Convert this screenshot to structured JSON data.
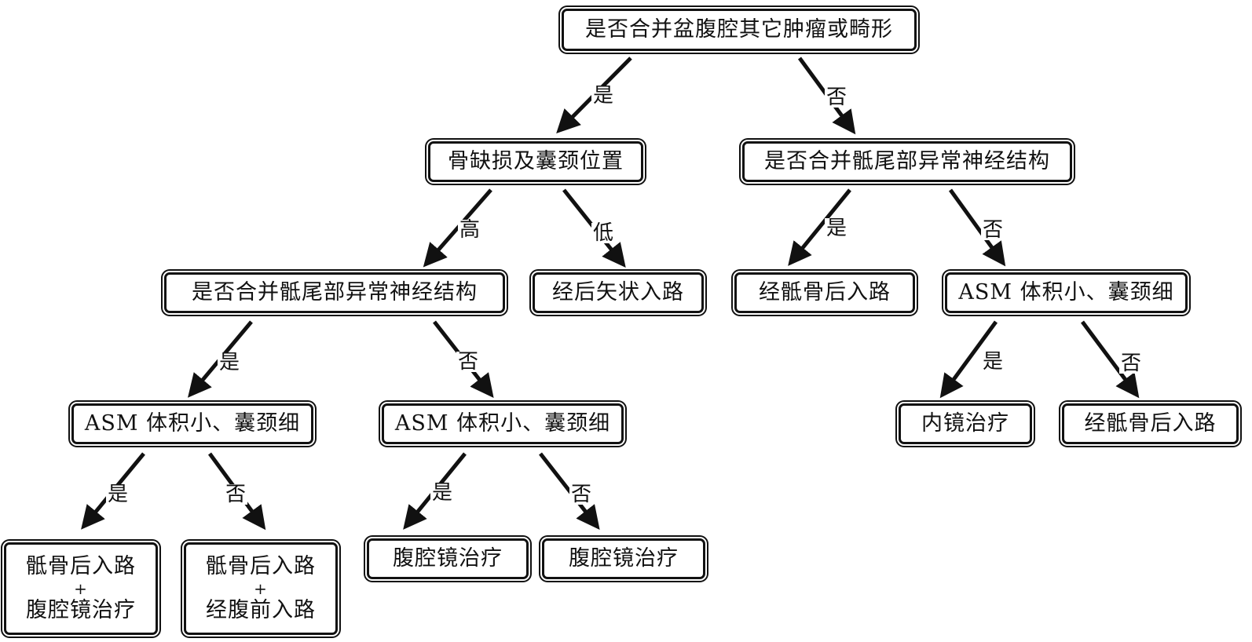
{
  "nodes": {
    "root": "是否合并盆腹腔其它肿瘤或畸形",
    "n1": "骨缺损及囊颈位置",
    "n2": "是否合并骶尾部异常神经结构",
    "n3": "是否合并骶尾部异常神经结构",
    "n4": "经后矢状入路",
    "n5": "经骶骨后入路",
    "n6": "ASM 体积小、囊颈细",
    "n7": "ASM 体积小、囊颈细",
    "n8": "ASM 体积小、囊颈细",
    "n9": "内镜治疗",
    "n10": "经骶骨后入路",
    "n11": {
      "l1": "骶骨后入路",
      "l2": "+",
      "l3": "腹腔镜治疗"
    },
    "n12": {
      "l1": "骶骨后入路",
      "l2": "+",
      "l3": "经腹前入路"
    },
    "n13": "腹腔镜治疗",
    "n14": "腹腔镜治疗"
  },
  "edges": {
    "e1": "是",
    "e2": "否",
    "e3": "高",
    "e4": "低",
    "e5": "是",
    "e6": "否",
    "e7": "是",
    "e8": "否",
    "e9": "是",
    "e10": "否",
    "e11": "是",
    "e12": "否",
    "e13": "是",
    "e14": "否"
  }
}
